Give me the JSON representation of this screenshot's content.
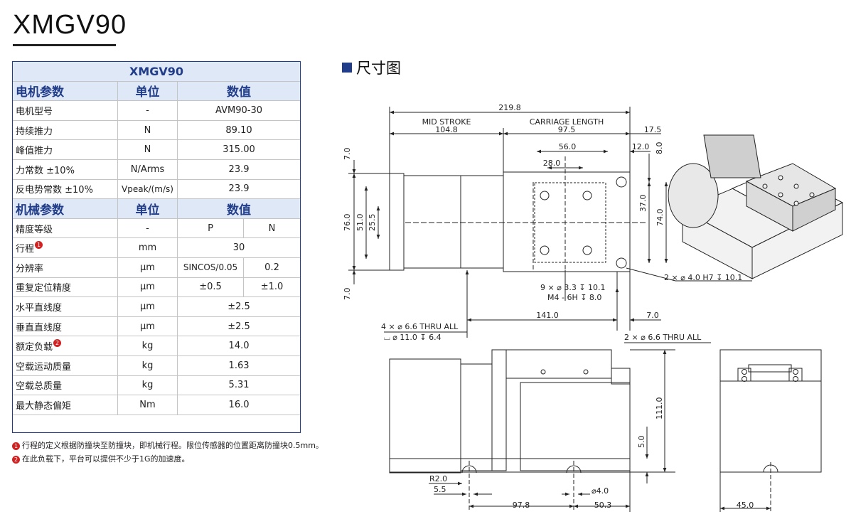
{
  "title": "XMGV90",
  "table": {
    "model_header": "XMGV90",
    "electrical": {
      "section": "电机参数",
      "unit_col": "单位",
      "value_col": "数值",
      "rows": [
        {
          "name": "电机型号",
          "unit": "-",
          "value": "AVM90-30"
        },
        {
          "name": "持续推力",
          "unit": "N",
          "value": "89.10"
        },
        {
          "name": "峰值推力",
          "unit": "N",
          "value": "315.00"
        },
        {
          "name": "力常数 ±10%",
          "unit": "N/Arms",
          "value": "23.9"
        },
        {
          "name": "反电势常数 ±10%",
          "unit": "Vpeak/(m/s)",
          "value": "23.9"
        }
      ]
    },
    "mechanical": {
      "section": "机械参数",
      "unit_col": "单位",
      "value_col": "数值",
      "precision": {
        "name": "精度等级",
        "unit": "-",
        "p": "P",
        "n": "N"
      },
      "stroke": {
        "name": "行程",
        "mark": "1",
        "unit": "mm",
        "value": "30"
      },
      "resolution": {
        "name": "分辨率",
        "unit": "μm",
        "p": "SINCOS/0.05",
        "n": "0.2"
      },
      "repeat": {
        "name": "重复定位精度",
        "unit": "μm",
        "p": "±0.5",
        "n": "±1.0"
      },
      "rows": [
        {
          "name": "水平直线度",
          "unit": "μm",
          "value": "±2.5"
        },
        {
          "name": "垂直直线度",
          "unit": "μm",
          "value": "±2.5"
        }
      ],
      "load": {
        "name": "额定负载",
        "mark": "2",
        "unit": "kg",
        "value": "14.0"
      },
      "rows2": [
        {
          "name": "空载运动质量",
          "unit": "kg",
          "value": "1.63"
        },
        {
          "name": "空载总质量",
          "unit": "kg",
          "value": "5.31"
        },
        {
          "name": "最大静态偏矩",
          "unit": "Nm",
          "value": "16.0"
        }
      ]
    }
  },
  "notes": [
    {
      "mark": "1",
      "text": "行程的定义根据防撞块至防撞块，即机械行程。限位传感器的位置距离防撞块0.5mm。"
    },
    {
      "mark": "2",
      "text": "在此负载下，平台可以提供不少于1G的加速度。"
    }
  ],
  "drawing": {
    "section_title": "尺寸图",
    "dims": {
      "overall": "219.8",
      "mid_stroke_label": "MID STROKE",
      "mid_stroke": "104.8",
      "carriage_label": "CARRIAGE LENGTH",
      "carriage": "97.5",
      "d17_5": "17.5",
      "d56": "56.0",
      "d12": "12.0",
      "d28": "28.0",
      "d8": "8.0",
      "d7_top": "7.0",
      "d76": "76.0",
      "d51": "51.0",
      "d25_5": "25.5",
      "d7_bot": "7.0",
      "d37": "37.0",
      "d74": "74.0",
      "pin_note": "2 × ⌀ 4.0 H7 ↧ 10.1",
      "holes_9a": "9 × ⌀ 3.3 ↧ 10.1",
      "holes_9b": "M4 - 6H ↧ 8.0",
      "d141": "141.0",
      "d7_right": "7.0",
      "holes_4a": "4 × ⌀ 6.6 THRU ALL",
      "holes_4b": "⌴ ⌀ 11.0 ↧ 6.4",
      "holes_2": "2 × ⌀ 6.6 THRU ALL",
      "d111": "111.0",
      "d5": "5.0",
      "r2": "R2.0",
      "d5_5": "5.5",
      "d4": "⌀4.0",
      "d97_8": "97.8",
      "d50_3": "50.3",
      "d45": "45.0"
    }
  }
}
